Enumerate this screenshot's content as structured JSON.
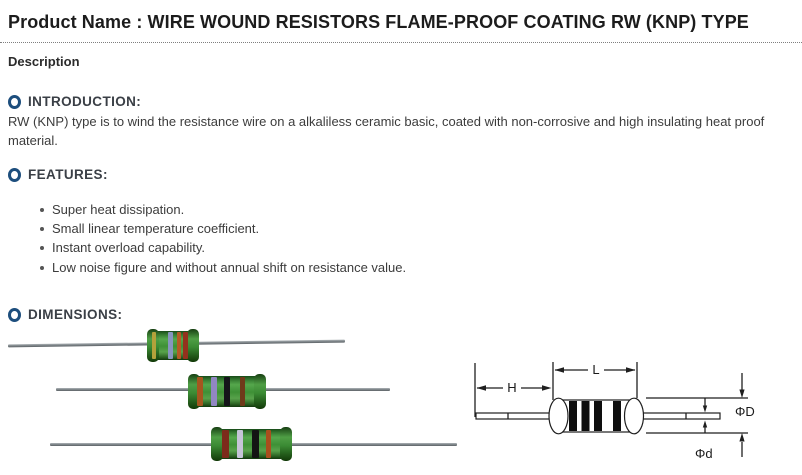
{
  "header": {
    "title": "Product Name : WIRE WOUND RESISTORS FLAME-PROOF COATING RW (KNP) TYPE",
    "description_label": "Description"
  },
  "introduction": {
    "heading": "INTRODUCTION:",
    "body": "RW (KNP) type is to wind the resistance wire on a alkaliless ceramic basic, coated with non-corrosive and high insulating heat proof material."
  },
  "features": {
    "heading": "FEATURES:",
    "items": [
      "Super heat dissipation.",
      "Small linear temperature coefficient.",
      "Instant overload capability.",
      "Low noise figure and without annual shift on resistance value."
    ]
  },
  "dimensions": {
    "heading": "DIMENSIONS:",
    "diagram": {
      "lead_length_label": "H",
      "body_length_label": "L",
      "body_diameter_label": "ΦD",
      "lead_diameter_label": "Φd"
    },
    "resistor_photos": [
      {
        "body_color": "#3f8f38",
        "bands": [
          "#b3a23b",
          "#8795bf",
          "#b65a26",
          "#93321d"
        ]
      },
      {
        "body_color": "#3f8f38",
        "bands": [
          "#a5561f",
          "#9187c2",
          "#15151a",
          "#6f3a1a"
        ]
      },
      {
        "body_color": "#3f8f38",
        "bands": [
          "#7c2b1b",
          "#c6c4d8",
          "#141414",
          "#a94e1d"
        ]
      }
    ]
  },
  "colors": {
    "accent_ring": "#1d4e7d",
    "heading_text": "#3a3f46",
    "body_text": "#3c3c3c",
    "diagram_ink": "#1f1f1f",
    "wire_gray": "#82898d"
  }
}
